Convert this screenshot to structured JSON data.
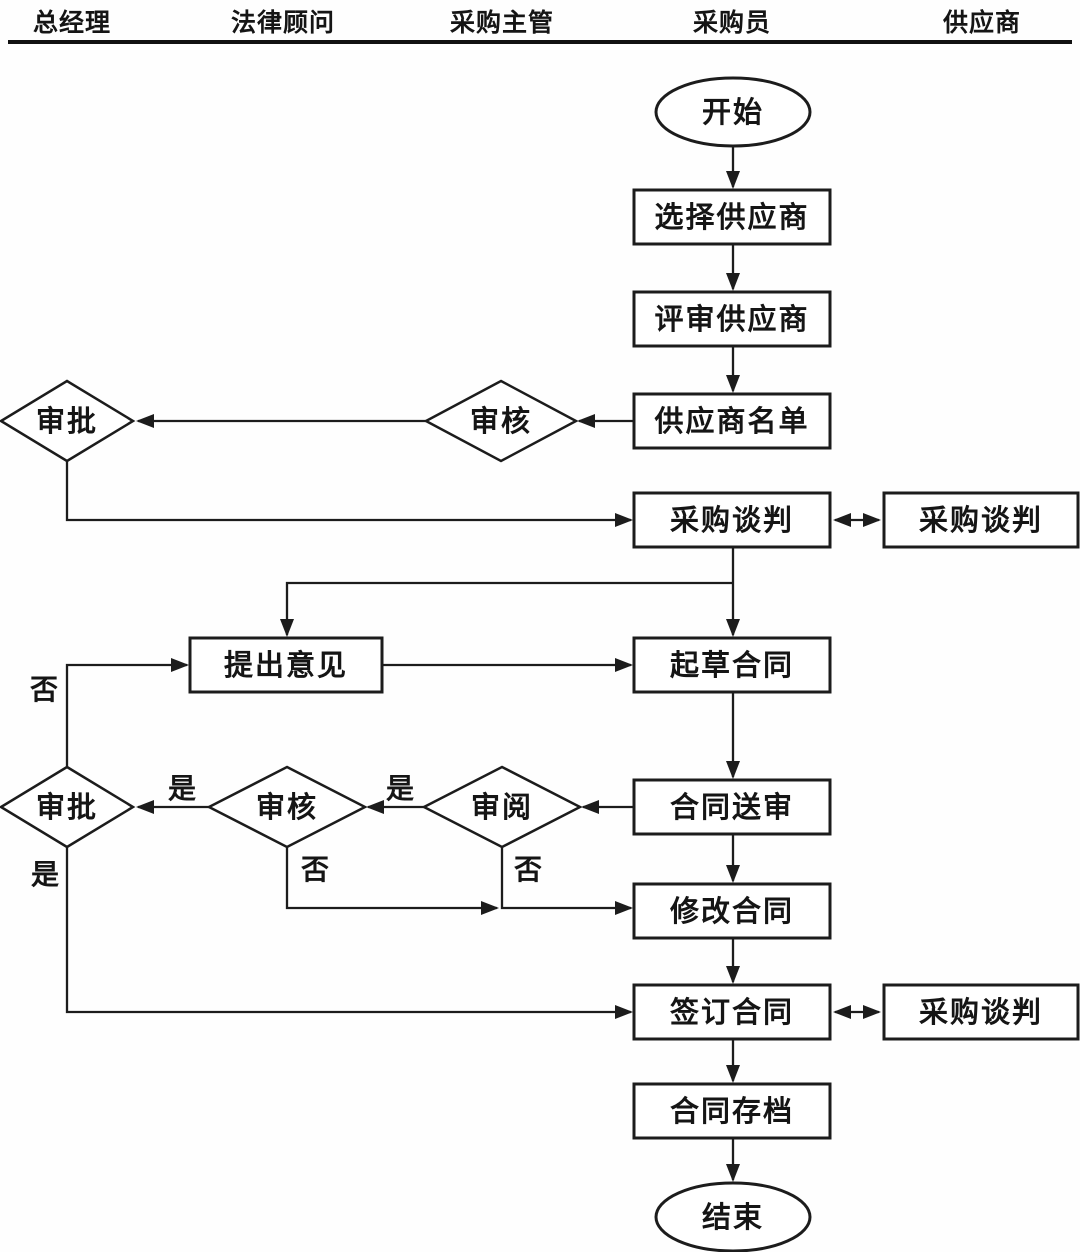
{
  "lanes": [
    {
      "label": "总经理"
    },
    {
      "label": "法律顾问"
    },
    {
      "label": "采购主管"
    },
    {
      "label": "采购员"
    },
    {
      "label": "供应商"
    }
  ],
  "nodes": {
    "start": {
      "label": "开始"
    },
    "select_supplier": {
      "label": "选择供应商"
    },
    "review_supplier": {
      "label": "评审供应商"
    },
    "supplier_list": {
      "label": "供应商名单"
    },
    "examine_list": {
      "label": "审核"
    },
    "approve_list": {
      "label": "审批"
    },
    "negotiate": {
      "label": "采购谈判"
    },
    "supplier_negotiate_1": {
      "label": "采购谈判"
    },
    "propose_opinions": {
      "label": "提出意见"
    },
    "draft_contract": {
      "label": "起草合同"
    },
    "submit_contract": {
      "label": "合同送审"
    },
    "review_contract": {
      "label": "审阅"
    },
    "examine_contract": {
      "label": "审核"
    },
    "approve_contract": {
      "label": "审批"
    },
    "modify_contract": {
      "label": "修改合同"
    },
    "sign_contract": {
      "label": "签订合同"
    },
    "supplier_negotiate_2": {
      "label": "采购谈判"
    },
    "archive_contract": {
      "label": "合同存档"
    },
    "end": {
      "label": "结束"
    }
  },
  "edge_labels": {
    "yes": "是",
    "no": "否"
  },
  "colors": {
    "background": "#fefefe",
    "line": "#1c1c1c",
    "node_fill": "#ffffff",
    "text": "#151515"
  }
}
